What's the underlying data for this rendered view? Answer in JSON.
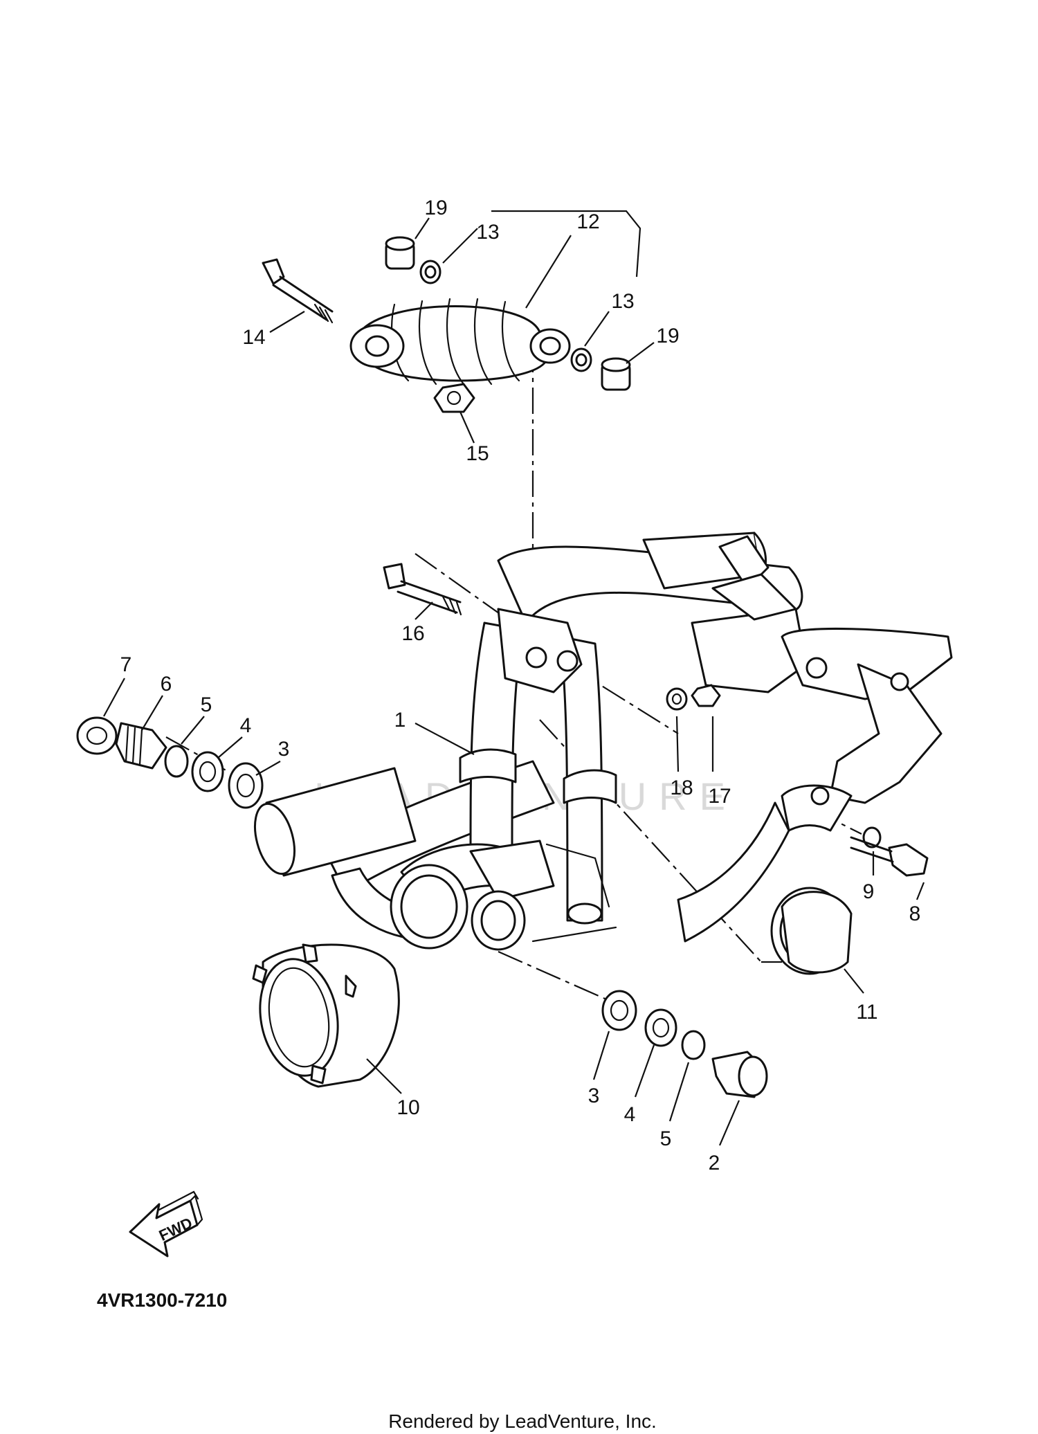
{
  "watermark": "LEADVENTURE",
  "diagram_code": "4VR1300-7210",
  "credit": "Rendered by LeadVenture, Inc.",
  "fwd_label": "FWD",
  "callouts": {
    "p1": "1",
    "p2": "2",
    "p3a": "3",
    "p3b": "3",
    "p4a": "4",
    "p4b": "4",
    "p5a": "5",
    "p5b": "5",
    "p6": "6",
    "p7": "7",
    "p8": "8",
    "p9": "9",
    "p10": "10",
    "p11": "11",
    "p12": "12",
    "p13a": "13",
    "p13b": "13",
    "p14": "14",
    "p15": "15",
    "p16": "16",
    "p17": "17",
    "p18": "18",
    "p19a": "19",
    "p19b": "19"
  }
}
